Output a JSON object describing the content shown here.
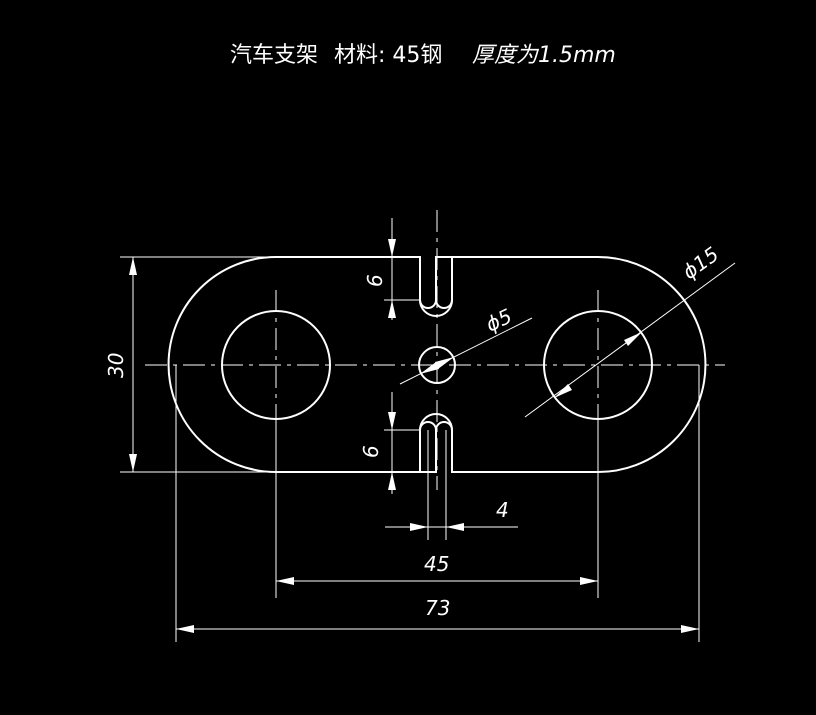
{
  "title": {
    "part_name": "汽车支架",
    "material": "材料: 45钢",
    "thickness": "厚度为1.5mm"
  },
  "dimensions": {
    "height": "30",
    "slot_depth_top": "6",
    "slot_depth_bottom": "6",
    "slot_width": "4",
    "center_distance": "45",
    "overall_length": "73",
    "small_hole_dia": "ϕ5",
    "large_hole_dia": "ϕ15"
  },
  "colors": {
    "background": "#000000",
    "line": "#ffffff"
  }
}
